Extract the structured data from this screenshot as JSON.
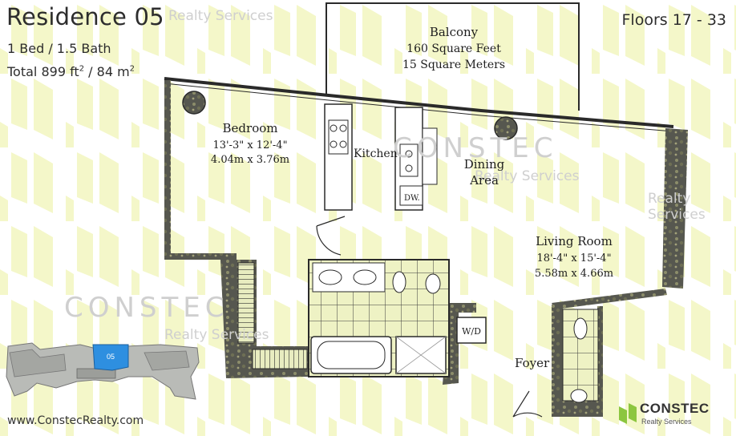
{
  "header": {
    "title": "Residence 05",
    "floors": "Floors 17 - 33",
    "beds_baths": "1 Bed / 1.5 Bath",
    "total_prefix": "Total 899 ft",
    "total_mid": " / 84 m",
    "sup2": "2"
  },
  "rooms": {
    "balcony": [
      "Balcony",
      "160 Square Feet",
      "15 Square Meters"
    ],
    "bedroom": [
      "Bedroom",
      "13'-3\" x 12'-4\"",
      "4.04m x 3.76m"
    ],
    "kitchen": "Kitchen",
    "dining": [
      "Dining",
      "Area"
    ],
    "living": [
      "Living Room",
      "18'-4\" x 15'-4\"",
      "5.58m x 4.66m"
    ],
    "wd": "W/D",
    "foyer": "Foyer",
    "dw": "DW."
  },
  "keyplan": {
    "unit_label": "05",
    "highlight_color": "#2e8fe0"
  },
  "watermark": {
    "word": "CONSTEC",
    "sub": "Realty Services"
  },
  "footer": {
    "website": "www.ConstecRealty.com"
  },
  "brand": {
    "name": "CONSTEC",
    "tagline": "Realty Services",
    "logo_color": "#8cc63f"
  },
  "colors": {
    "pattern": "#f4f7c9",
    "wall": "#4a4a48",
    "line": "#2a2a2a"
  }
}
